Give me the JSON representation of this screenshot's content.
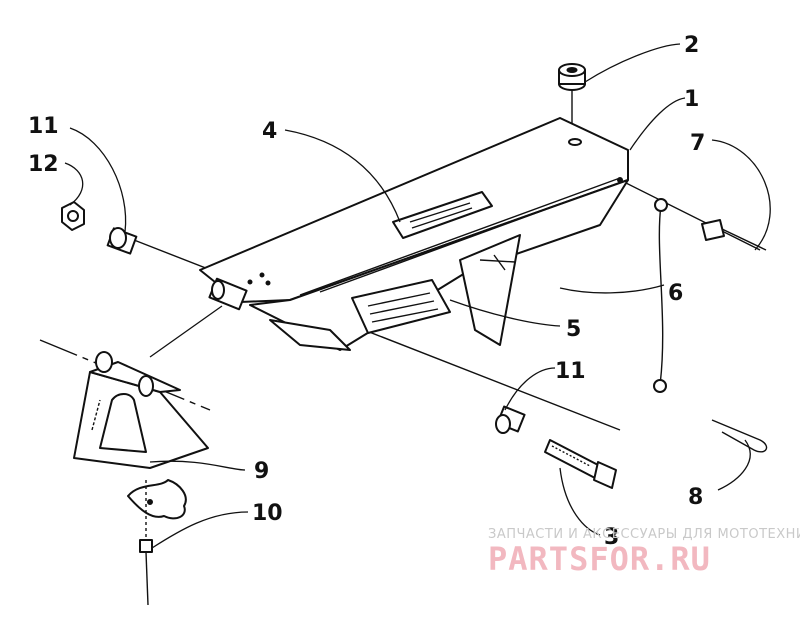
{
  "callouts": {
    "c1": "1",
    "c2": "2",
    "c3": "3",
    "c4": "4",
    "c5": "5",
    "c6": "6",
    "c7": "7",
    "c8": "8",
    "c9": "9",
    "c10": "10",
    "c11a": "11",
    "c11b": "11",
    "c12": "12"
  },
  "watermark": {
    "tagline": "ЗАПЧАСТИ И АКСЕССУАРЫ ДЛЯ МОТОТЕХНИКИ",
    "brand": "PARTSFOR.RU"
  }
}
